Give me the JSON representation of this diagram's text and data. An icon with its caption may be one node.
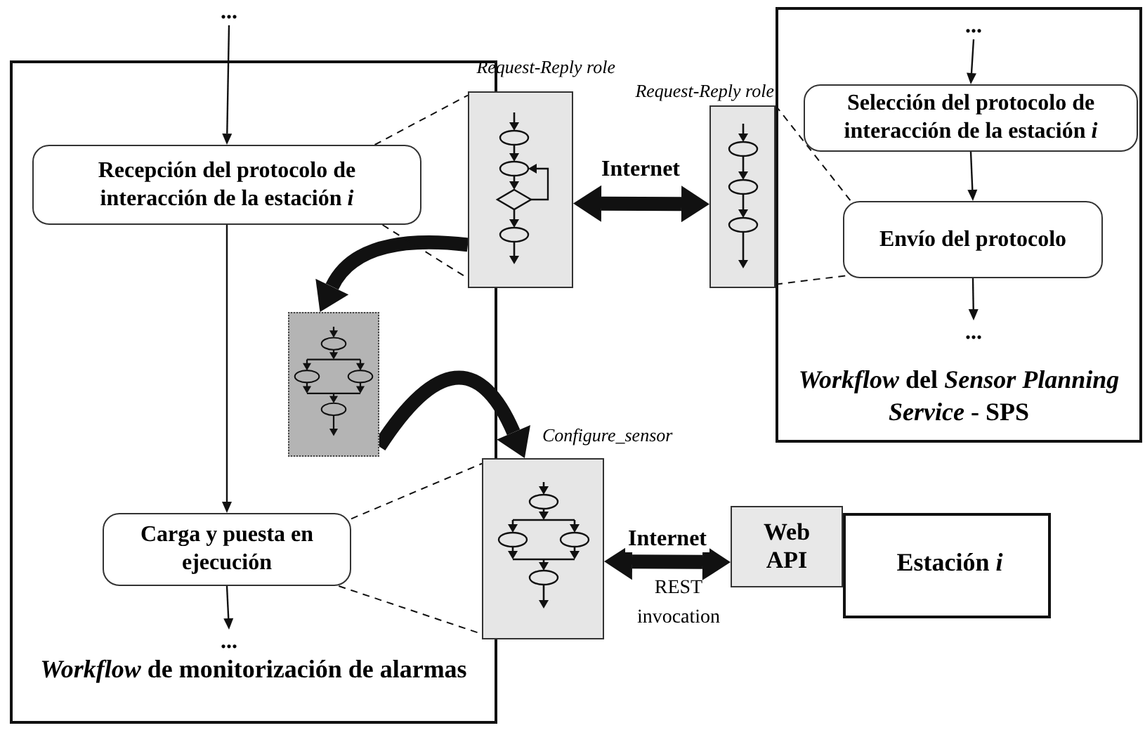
{
  "diagram": {
    "nodes": [
      {
        "text": [
          "*Workflow* de monitorización de alarmas"
        ]
      },
      {
        "text": [
          "Recepción del protocolo de interacción de la estación *i*"
        ],
        "in": 0
      },
      {
        "text": [
          "Carga y puesta en ejecución"
        ],
        "in": 0
      },
      {
        "text": [
          "..."
        ]
      },
      {
        "text": [
          "..."
        ],
        "in": 0
      },
      {
        "text": [
          "*Workflow* del *Sensor Planning Service* - SPS"
        ]
      },
      {
        "text": [
          "..."
        ],
        "in": 5
      },
      {
        "text": [
          "Selección del protocolo de interacción de la estación *i*"
        ],
        "in": 5
      },
      {
        "text": [
          "Envío del protocolo"
        ],
        "in": 5
      },
      {
        "text": [
          "..."
        ],
        "in": 5
      },
      {
        "text": [
          "Estación *i*"
        ]
      },
      {
        "text": [
          "Web API"
        ]
      },
      {
        "text": [],
        "shape": "box",
        "beside": [
          "Request-Reply role"
        ]
      },
      {
        "text": [],
        "shape": "box",
        "beside": [
          "Request-Reply role"
        ]
      },
      {
        "text": [],
        "shape": "box",
        "in": 0
      },
      {
        "text": [],
        "shape": "box",
        "beside": [
          "Configure_sensor"
        ]
      }
    ],
    "edges": [
      {
        "from": 3,
        "to": 1,
        "arrow": "to"
      },
      {
        "from": 1,
        "to": 2,
        "arrow": "to"
      },
      {
        "from": 2,
        "to": 4,
        "arrow": "to"
      },
      {
        "from": 6,
        "to": 7,
        "arrow": "to"
      },
      {
        "from": 7,
        "to": 8,
        "arrow": "to"
      },
      {
        "from": 8,
        "to": 9,
        "arrow": "to"
      },
      {
        "from": 12,
        "to": 13,
        "arrow": "both",
        "label": "Internet",
        "style": "thick"
      },
      {
        "from": 12,
        "to": 14,
        "arrow": "to",
        "style": "thick"
      },
      {
        "from": 14,
        "to": 15,
        "arrow": "to",
        "style": "thick"
      },
      {
        "from": 15,
        "to": 11,
        "arrow": "both",
        "label": "Internet",
        "style": "thick"
      },
      {
        "from": 1,
        "to": 12,
        "arrow": "none",
        "style": "dashed"
      },
      {
        "from": 1,
        "to": 12,
        "arrow": "none",
        "style": "dashed"
      },
      {
        "from": 13,
        "to": 8,
        "arrow": "none",
        "style": "dashed"
      },
      {
        "from": 13,
        "to": 8,
        "arrow": "none",
        "style": "dashed"
      },
      {
        "from": 2,
        "to": 15,
        "arrow": "none",
        "style": "dashed"
      },
      {
        "from": 2,
        "to": 15,
        "arrow": "none",
        "style": "dashed"
      }
    ],
    "labels": [
      "REST invocation"
    ]
  }
}
